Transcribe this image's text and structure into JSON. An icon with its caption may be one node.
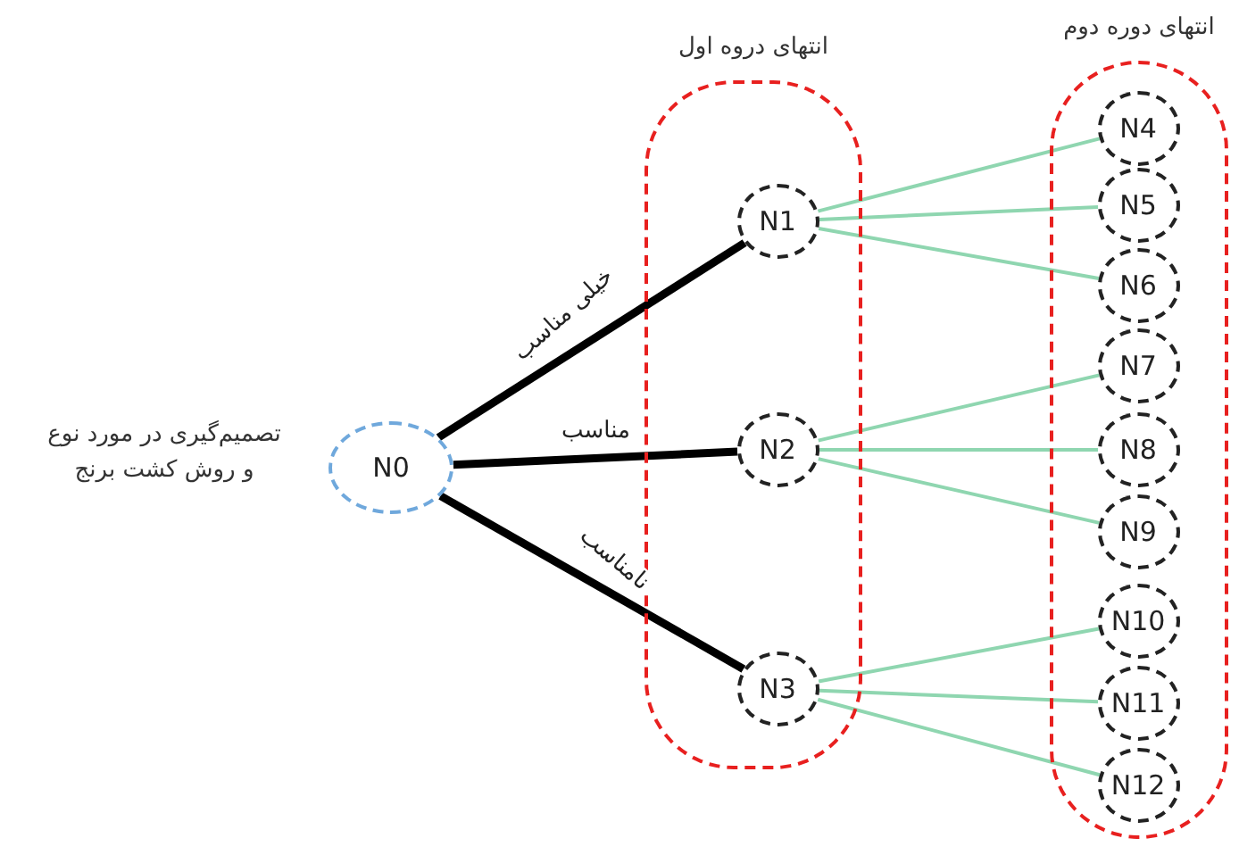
{
  "diagram": {
    "nodes": [
      {
        "text": [
          "N0"
        ],
        "beside": [
          "تصمیم‌گیری در مورد نوع و روش کشت برنج"
        ]
      },
      {
        "text": [
          "انتهای دروه اول"
        ]
      },
      {
        "text": [
          "N1"
        ],
        "in": 1
      },
      {
        "text": [
          "N2"
        ],
        "in": 1
      },
      {
        "text": [
          "N3"
        ],
        "in": 1
      },
      {
        "text": [
          "انتهای دوره دوم"
        ]
      },
      {
        "text": [
          "N4"
        ],
        "in": 5
      },
      {
        "text": [
          "N5"
        ],
        "in": 5
      },
      {
        "text": [
          "N6"
        ],
        "in": 5
      },
      {
        "text": [
          "N7"
        ],
        "in": 5
      },
      {
        "text": [
          "N8"
        ],
        "in": 5
      },
      {
        "text": [
          "N9"
        ],
        "in": 5
      },
      {
        "text": [
          "N10"
        ],
        "in": 5
      },
      {
        "text": [
          "N11"
        ],
        "in": 5
      },
      {
        "text": [
          "N12"
        ],
        "in": 5
      }
    ],
    "edges": [
      {
        "from": 0,
        "to": 2,
        "arrow": "none",
        "label": "خیلی مناسب",
        "style": "thick",
        "color": "#000000"
      },
      {
        "from": 0,
        "to": 3,
        "arrow": "none",
        "label": "مناسب",
        "style": "thick",
        "color": "#000000"
      },
      {
        "from": 0,
        "to": 4,
        "arrow": "none",
        "label": "نامناسب",
        "style": "thick",
        "color": "#000000"
      },
      {
        "from": 2,
        "to": 6,
        "arrow": "none"
      },
      {
        "from": 2,
        "to": 7,
        "arrow": "none"
      },
      {
        "from": 2,
        "to": 8,
        "arrow": "none"
      },
      {
        "from": 3,
        "to": 9,
        "arrow": "none"
      },
      {
        "from": 3,
        "to": 10,
        "arrow": "none"
      },
      {
        "from": 3,
        "to": 11,
        "arrow": "none"
      },
      {
        "from": 4,
        "to": 12,
        "arrow": "none"
      },
      {
        "from": 4,
        "to": 13,
        "arrow": "none"
      },
      {
        "from": 4,
        "to": 14,
        "arrow": "none"
      }
    ]
  }
}
